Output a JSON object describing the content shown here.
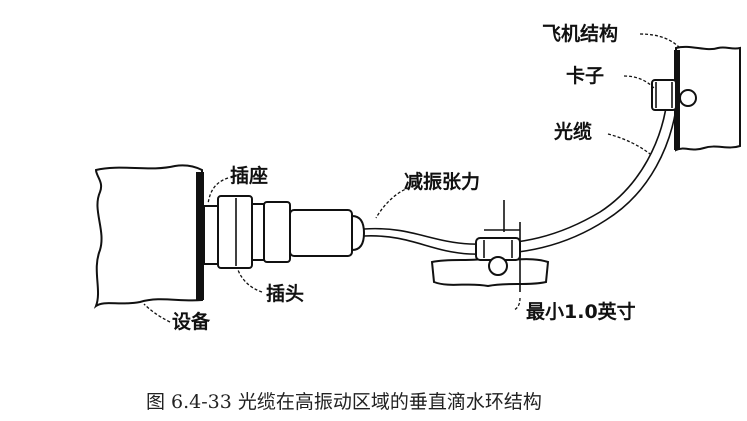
{
  "labels": {
    "aircraft_structure": "飞机结构",
    "clamp": "卡子",
    "fiber_cable": "光缆",
    "socket": "插座",
    "vibration_tension": "减振张力",
    "plug": "插头",
    "equipment": "设备",
    "min_distance": "最小1.0英寸"
  },
  "caption": "图 6.4-33 光缆在高振动区域的垂直滴水环结构"
}
